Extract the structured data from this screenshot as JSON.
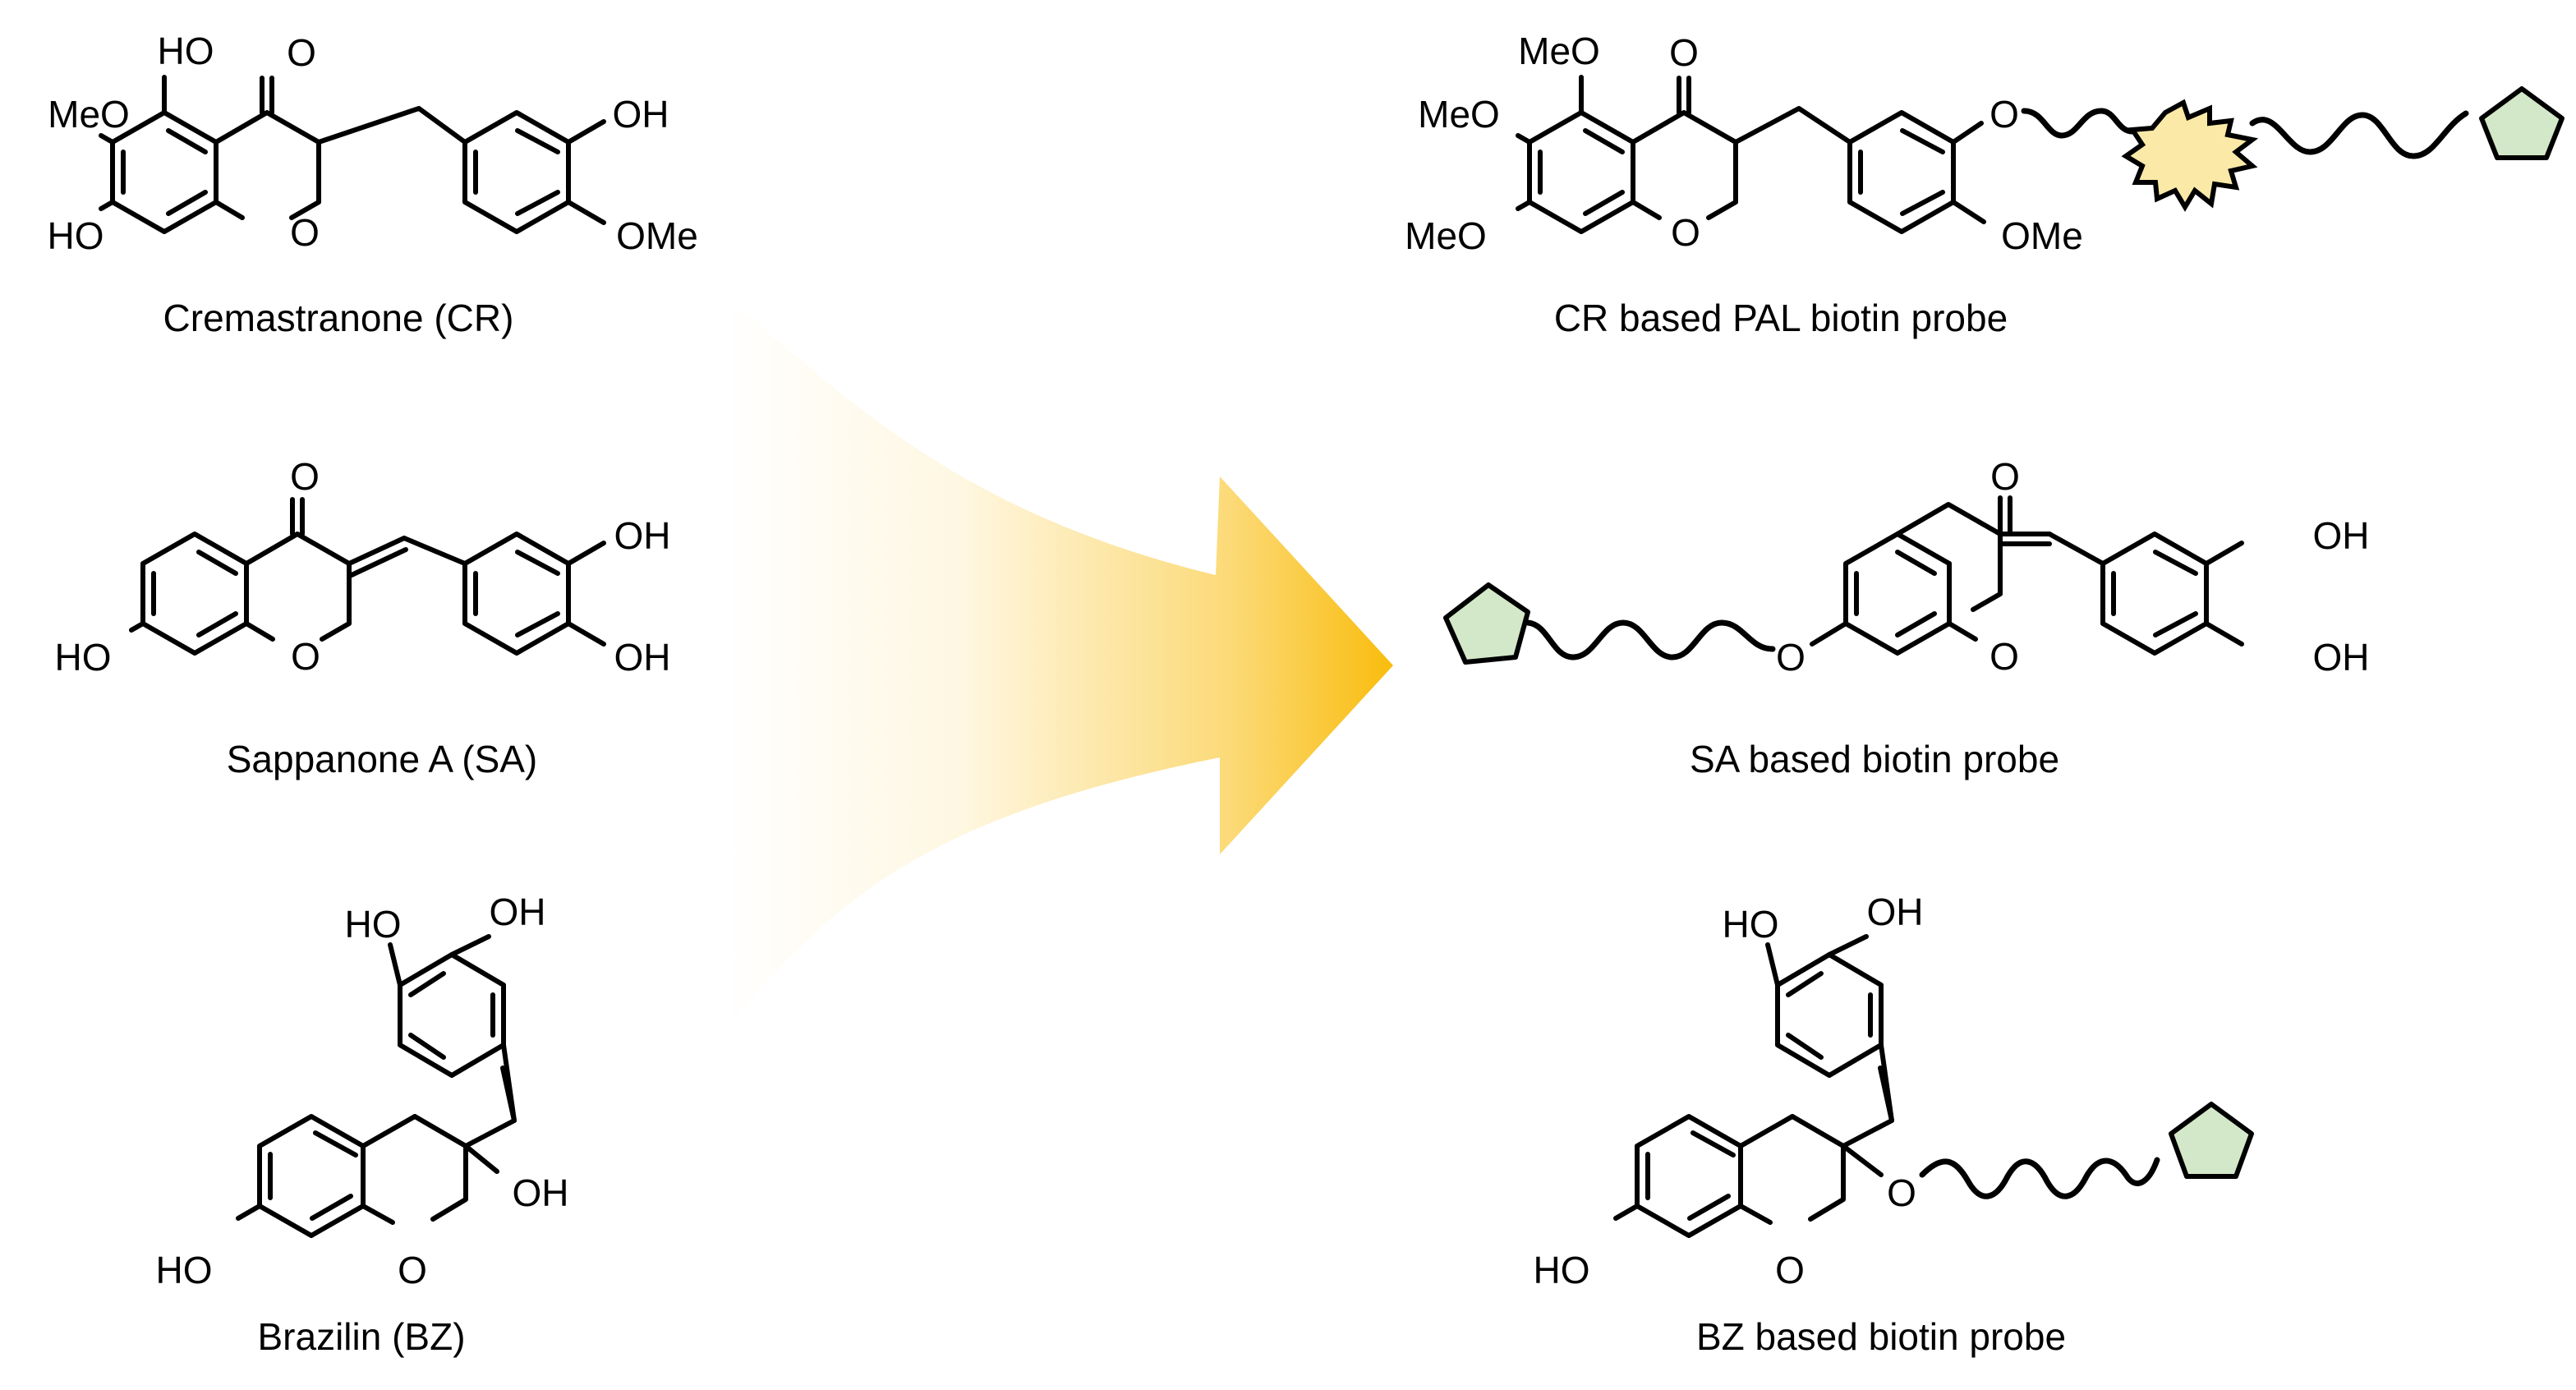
{
  "colors": {
    "arrow": "#f9bc0b",
    "biotin_tag": "#d3e8c8",
    "photo_tag": "#fbe9a8",
    "bond": "#000000"
  },
  "captions": {
    "cr": "Cremastranone (CR)",
    "sa": "Sappanone A (SA)",
    "bz": "Brazilin (BZ)",
    "cr_probe": "CR based PAL biotin probe",
    "sa_probe": "SA based biotin probe",
    "bz_probe": "BZ based biotin probe"
  },
  "labels": {
    "cr": {
      "ho_top": "HO",
      "meo": "MeO",
      "ho_bottom": "HO",
      "oxo": "O",
      "ring_o": "O",
      "oh": "OH",
      "ome": "OMe"
    },
    "sa": {
      "oxo": "O",
      "ho": "HO",
      "ring_o": "O",
      "oh_top": "OH",
      "oh_bottom": "OH"
    },
    "bz": {
      "ho_top_left": "HO",
      "oh_top_right": "OH",
      "oh_mid": "OH",
      "ho_bottom": "HO",
      "ring_o": "O"
    },
    "cr_probe": {
      "meo_top": "MeO",
      "meo_mid": "MeO",
      "meo_bottom": "MeO",
      "oxo": "O",
      "ring_o": "O",
      "link_o": "O",
      "ome": "OMe"
    },
    "sa_probe": {
      "link_o": "O",
      "ring_o": "O",
      "oxo": "O",
      "oh_top": "OH",
      "oh_bottom": "OH"
    },
    "bz_probe": {
      "ho_top_left": "HO",
      "oh_top_right": "OH",
      "link_o": "O",
      "ho_bottom": "HO",
      "ring_o": "O"
    }
  }
}
